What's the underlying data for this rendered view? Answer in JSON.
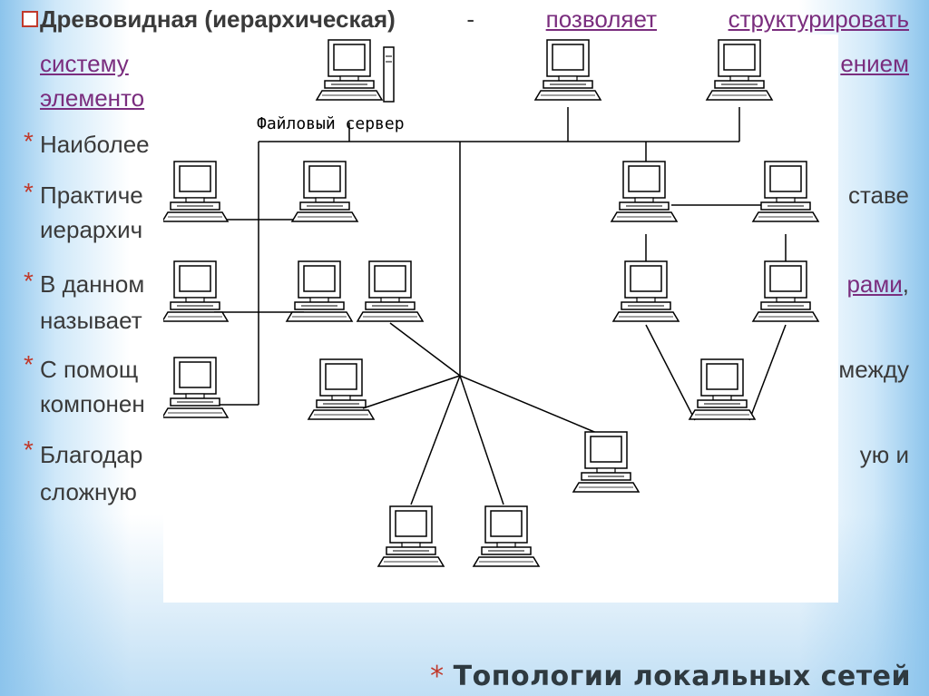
{
  "slide": {
    "bullet1_head": "Древовидная (иерархическая)",
    "bullet1_dash": "-",
    "bullet1_words": [
      "позволяет",
      "структурировать"
    ],
    "bullet1_line2_start": "систему",
    "bullet1_line2_end": "ением",
    "bullet1_line3_start": "элементо",
    "bullet2_start": "Наиболее",
    "bullet3_start": "Практиче",
    "bullet3_end": "ставе",
    "bullet3_line2": "иерархич",
    "bullet4_start": "В данном",
    "bullet4_end_link": "рами",
    "bullet4_end_punct": ",",
    "bullet4_line2": "называет",
    "bullet5_start": "С помощ",
    "bullet5_end": "между",
    "bullet5_line2": "компонен",
    "bullet6_start": "Благодар",
    "bullet6_end": "ую и",
    "bullet6_line2": "сложную"
  },
  "diagram": {
    "server_label": "Файловый сервер"
  },
  "footer": {
    "star": "*",
    "title": "Топологии локальных сетей"
  },
  "colors": {
    "text": "#3a3a3a",
    "link": "#7a2d7e",
    "accent": "#c0392b",
    "background_edge": "#8cc4ec"
  }
}
